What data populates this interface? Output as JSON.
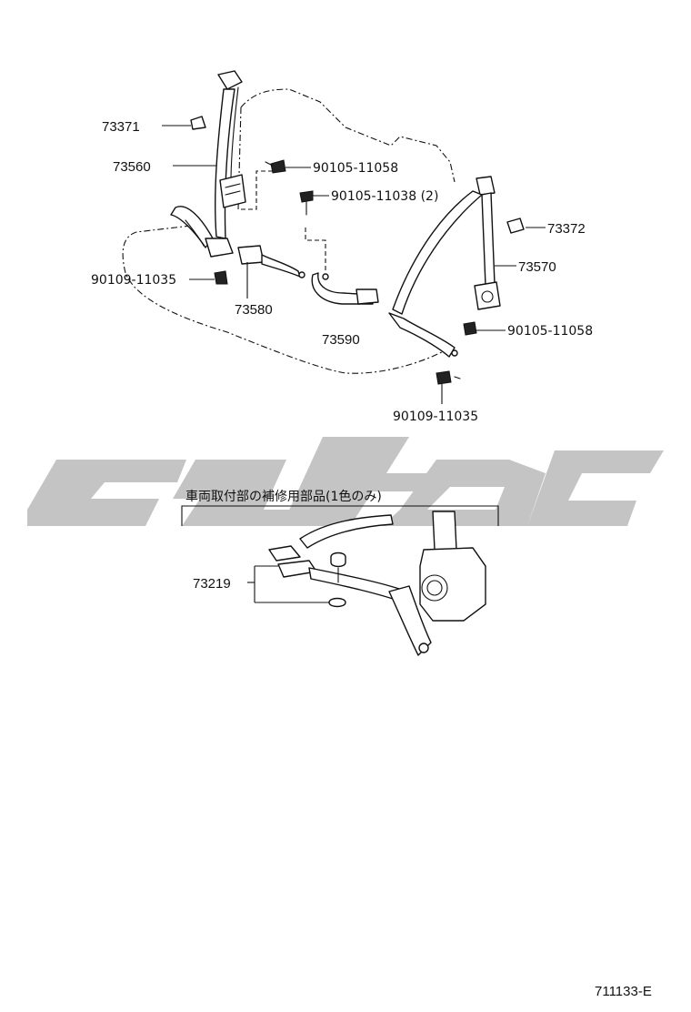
{
  "diagram_id": "711133-E",
  "note_jp": "車両取付部の補修用部品(1色のみ)",
  "parts": {
    "p73371": "73371",
    "p73560": "73560",
    "p90105_11058_a": "90105-11058",
    "p90105_11038": "90105-11038 (2)",
    "p90109_11035_a": "90109-11035",
    "p73580": "73580",
    "p73590": "73590",
    "p73372": "73372",
    "p73570": "73570",
    "p90105_11058_b": "90105-11058",
    "p90109_11035_b": "90109-11035",
    "p73219": "73219"
  },
  "colors": {
    "line": "#111111",
    "watermark": "#c4c4c4",
    "background": "#ffffff"
  }
}
